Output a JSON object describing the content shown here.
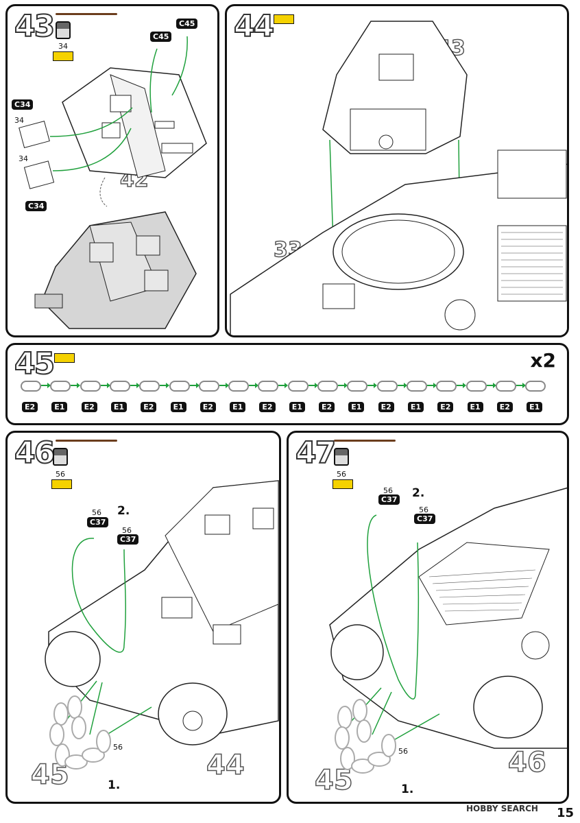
{
  "steps": {
    "s43": {
      "num": "43",
      "paint": "34",
      "ref_ghost": "42",
      "tags": [
        "C45",
        "C45",
        "C34",
        "C34"
      ],
      "qty": [
        "34",
        "34"
      ]
    },
    "s44": {
      "num": "44",
      "ghost_a": "43",
      "ghost_b": "33"
    },
    "s45": {
      "num": "45",
      "multiplier": "x2",
      "chain_parts": [
        "E2",
        "E1",
        "E2",
        "E1",
        "E2",
        "E1",
        "E2",
        "E1",
        "E2",
        "E1",
        "E2",
        "E1",
        "E2",
        "E1",
        "E2",
        "E1",
        "E2",
        "E1"
      ]
    },
    "s46": {
      "num": "46",
      "paint": "56",
      "tagA": "C37",
      "tagB": "C37",
      "paintA": "56",
      "paintB": "56",
      "order1": "1.",
      "order2": "2.",
      "ghost_a": "45",
      "ghost_b": "44",
      "chain_paint": "56"
    },
    "s47": {
      "num": "47",
      "paint": "56",
      "tagA": "C37",
      "tagB": "C37",
      "paintA": "56",
      "paintB": "56",
      "order1": "1.",
      "order2": "2.",
      "ghost_a": "45",
      "ghost_b": "46",
      "chain_paint": "56"
    }
  },
  "footer": {
    "logo": "HOBBY SEARCH",
    "page": "15"
  },
  "colors": {
    "guide": "#1fa03c",
    "glue": "#f5d200",
    "line": "#111111"
  }
}
